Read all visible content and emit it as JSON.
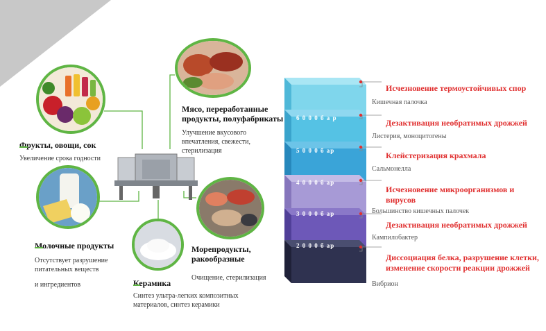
{
  "categories": [
    {
      "title": "Фрукты, овощи, сок",
      "desc": [
        "Увеличение срока годности"
      ]
    },
    {
      "title": "Мясо, переработанные продукты, полуфабрикаты",
      "desc": [
        "Улучшение вкусового",
        "впечатления, свежести,",
        "стерилизация"
      ]
    },
    {
      "title": "Молочные продукты",
      "desc": [
        "Отсутствует разрушение",
        "питательных веществ",
        "и ингредиентов"
      ]
    },
    {
      "title": "Керамика",
      "desc": [
        "Синтез ультра-легких композитных",
        "материалов, синтез керамики"
      ]
    },
    {
      "title": "Морепродукты, ракообразные",
      "desc": [
        "Очищение, стерилизация"
      ]
    }
  ],
  "pressure_steps": [
    {
      "pressure": "",
      "effect": "Исчезновение термоустойчивых спор",
      "organism": "Кишечная палочка"
    },
    {
      "pressure": "6 0 0 0 б а р",
      "effect": "Дезактивация необратимых дрожжей",
      "organism": "Листерия, моноцитогены"
    },
    {
      "pressure": "5 0 0 0 б ар",
      "effect": "Клейстеризация крахмала",
      "organism": "Сальмонелла"
    },
    {
      "pressure": "4 0 0 0 б ар",
      "effect": "Исчезновение микроорганизмов и вирусов",
      "organism": "Большинство кишечных палочек"
    },
    {
      "pressure": "3 0 0 0 б ар",
      "effect": "Дезактивация необратимых дрожжей",
      "organism": "Кампилобактер"
    },
    {
      "pressure": "2 0 0 0 б ар",
      "effect": "Диссоциация белка, разрушение клетки, изменение скорости реакции дрожжей",
      "organism": "Вибрион"
    }
  ],
  "colors": {
    "accent_green": "#5fb544",
    "effect_red": "#e03030",
    "steps": [
      "#7fd6ec",
      "#55c2e4",
      "#3aa4d8",
      "#a79ad6",
      "#6d58b8",
      "#2f3250"
    ]
  }
}
